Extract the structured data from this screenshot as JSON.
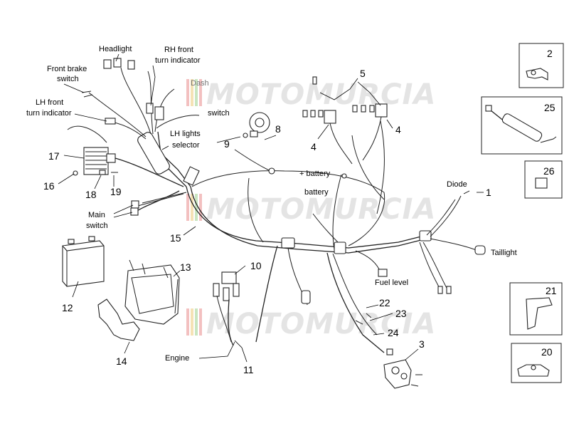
{
  "watermark": {
    "text": "MOTOMURCIA",
    "logo": "motomurcia-logo"
  },
  "labels": {
    "headlight": "Headlight",
    "rh_front_turn_indicator_1": "RH front",
    "rh_front_turn_indicator_2": "turn indicator",
    "front_brake_switch_1": "Front brake",
    "front_brake_switch_2": "switch",
    "lh_front_turn_indicator_1": "LH front",
    "lh_front_turn_indicator_2": "turn indicator",
    "dash": "Dash",
    "switch": "switch",
    "lh_lights_selector_1": "LH lights",
    "lh_lights_selector_2": "selector",
    "battery_plus_1": "+ battery",
    "battery_2": "battery",
    "diode": "Diode",
    "main_switch_1": "Main",
    "main_switch_2": "switch",
    "taillight": "Taillight",
    "fuel_level": "Fuel level",
    "engine": "Engine"
  },
  "callouts": [
    "1",
    "2",
    "3",
    "4",
    "4",
    "5",
    "9",
    "8",
    "10",
    "11",
    "12",
    "13",
    "14",
    "15",
    "16",
    "17",
    "18",
    "19",
    "20",
    "21",
    "22",
    "23",
    "24",
    "25",
    "26"
  ]
}
